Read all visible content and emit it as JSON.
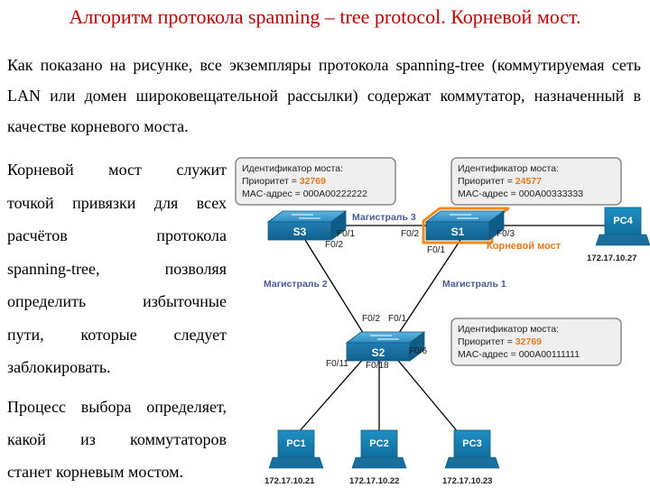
{
  "title": "Алгоритм протокола spanning – tree protocol. Корневой мост.",
  "intro": "Как показано на рисунке, все экземпляры протокола spanning-tree (коммутируемая сеть LAN или домен широковещательной рассылки) содержат коммутатор, назначенный в качестве корневого моста.",
  "left_text_1": {
    "lines": [
      "Корневой мост служит",
      "точкой привязки для всех",
      "расчётов протокола",
      "spanning-tree, позволяя",
      "определить избыточные",
      "пути, которые следует",
      "заблокировать."
    ]
  },
  "left_text_2": {
    "lines": [
      "Процесс выбора определяет,",
      "какой из коммутаторов",
      "станет корневым мостом."
    ]
  },
  "diagram": {
    "colors": {
      "bridge": "#1e78a8",
      "root_outline": "#f08a18",
      "link": "#000000",
      "port_label": "#1a1a1a",
      "trunk_label": "#4a5a9a",
      "root_label": "#e8781c",
      "priority": "#e8781c",
      "box_bg": "#efefef",
      "box_border": "#888888"
    },
    "switches": {
      "s3": {
        "label": "S3"
      },
      "s1": {
        "label": "S1"
      },
      "s2": {
        "label": "S2"
      }
    },
    "root_label": "Корневой мост",
    "trunks": {
      "t1": "Магистраль 1",
      "t2": "Магистраль 2",
      "t3": "Магистраль 3"
    },
    "ports": {
      "s3_f01": "F0/1",
      "s3_f02": "F0/2",
      "s1_f02": "F0/2",
      "s1_f01": "F0/1",
      "s1_f03": "F0/3",
      "s2_f02": "F0/2",
      "s2_f01": "F0/1",
      "s2_f06": "F0/6",
      "s2_f011": "F0/11",
      "s2_f018": "F0/18"
    },
    "boxes": {
      "s3": {
        "line1": "Идентификатор моста:",
        "priority_prefix": "Приоритет = ",
        "priority": "32769",
        "mac": "MAC-адрес = 000A00222222"
      },
      "s1": {
        "line1": "Идентификатор моста:",
        "priority_prefix": "Приоритет = ",
        "priority": "24577",
        "mac": "MAC-адрес = 000A00333333"
      },
      "s2": {
        "line1": "Идентификатор моста:",
        "priority_prefix": "Приоритет = ",
        "priority": "32769",
        "mac": "MAC-адрес = 000A00111111"
      }
    },
    "pcs": {
      "pc4": {
        "label": "PC4",
        "ip": "172.17.10.27"
      },
      "pc1": {
        "label": "PC1",
        "ip": "172.17.10.21"
      },
      "pc2": {
        "label": "PC2",
        "ip": "172.17.10.22"
      },
      "pc3": {
        "label": "PC3",
        "ip": "172.17.10.23"
      }
    }
  }
}
